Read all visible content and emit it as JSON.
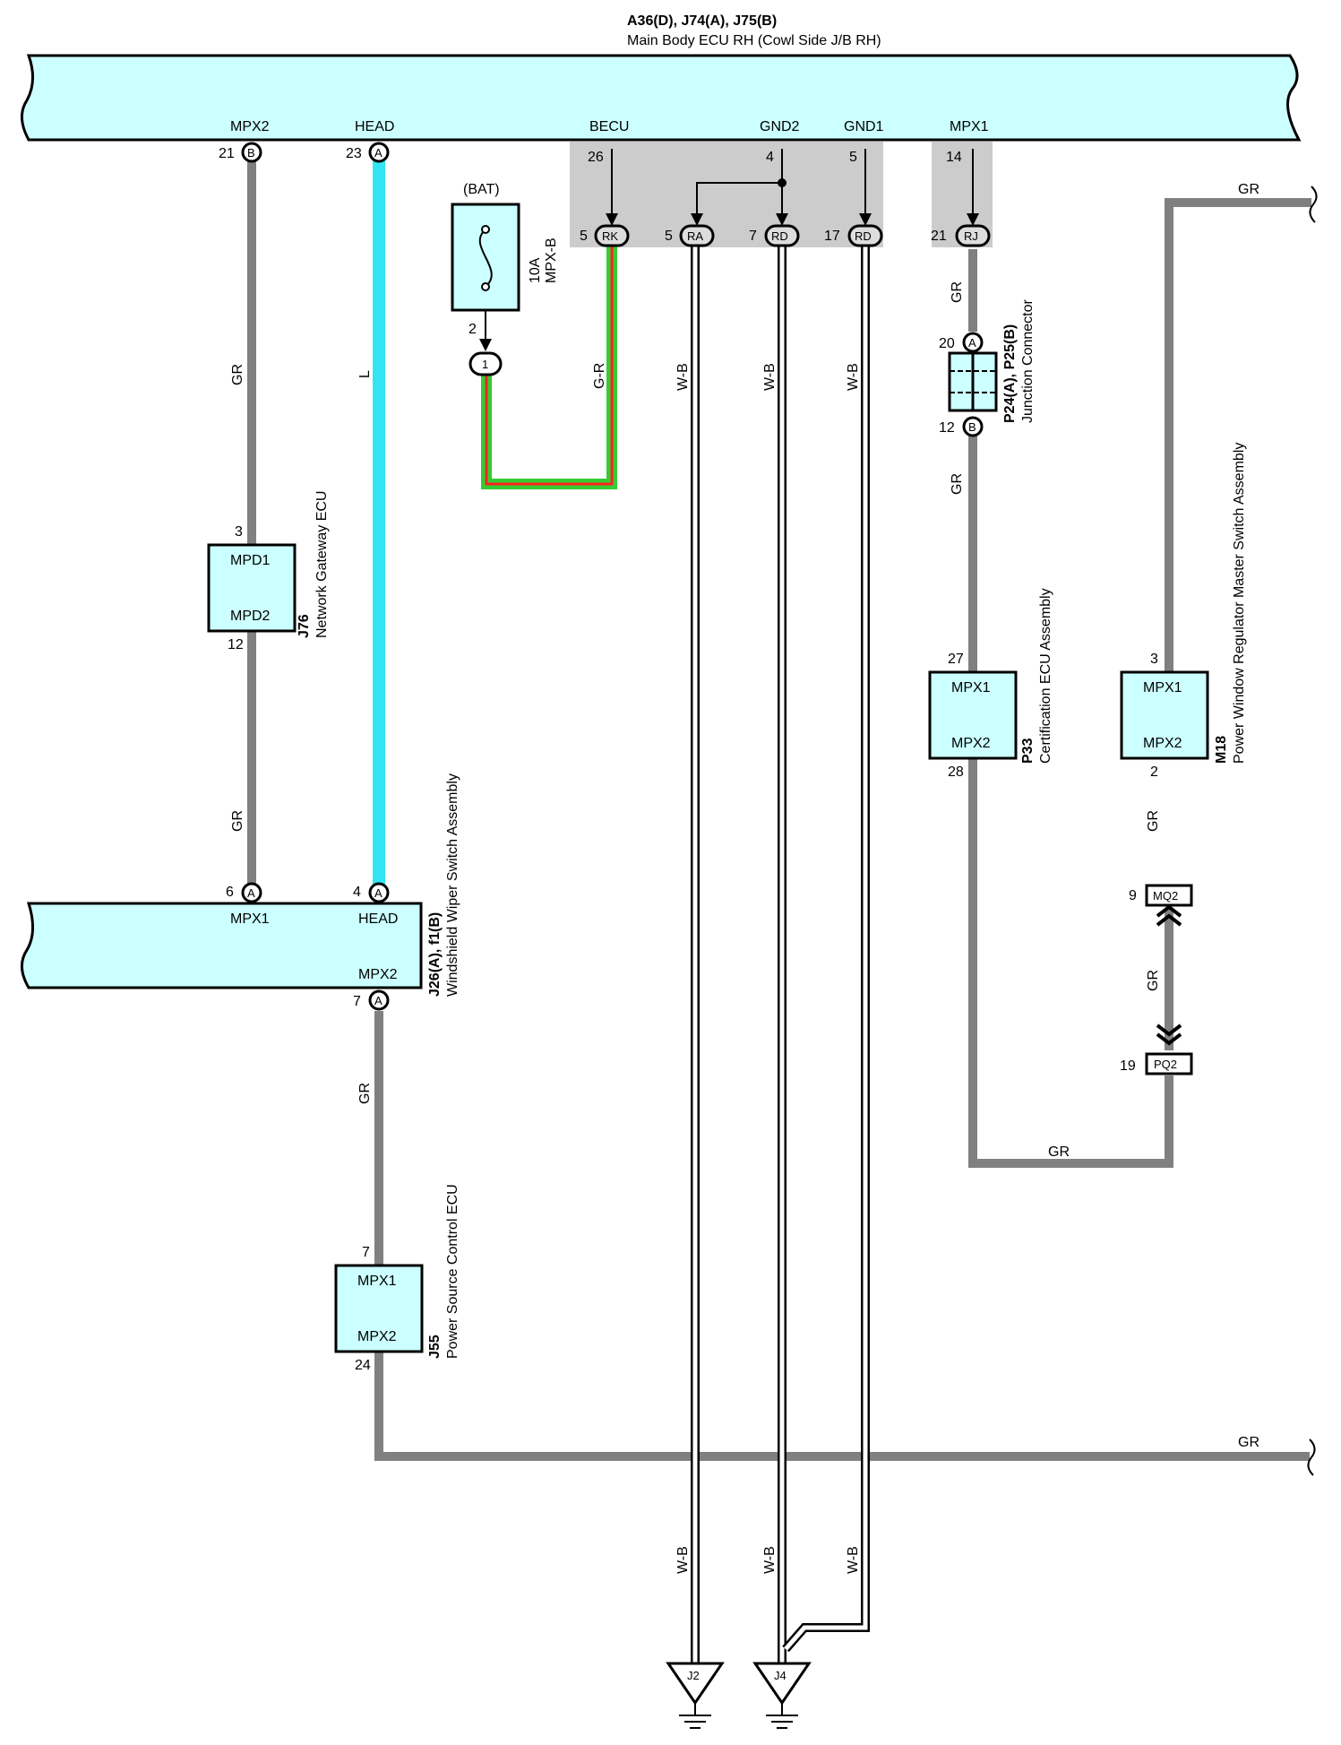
{
  "main_ecu": {
    "title": "A36(D), J74(A), J75(B)",
    "subtitle": "Main Body ECU RH (Cowl Side J/B RH)",
    "terminals": [
      "MPX2",
      "HEAD",
      "BECU",
      "GND2",
      "GND1",
      "MPX1"
    ]
  },
  "main_pins": [
    {
      "num": "21",
      "letter": "B"
    },
    {
      "num": "23",
      "letter": "A"
    },
    {
      "num": "26",
      "letter": ""
    },
    {
      "num": "4",
      "letter": ""
    },
    {
      "num": "5",
      "letter": ""
    },
    {
      "num": "14",
      "letter": ""
    }
  ],
  "junction_pins": [
    {
      "num": "5",
      "code": "RK"
    },
    {
      "num": "5",
      "code": "RA"
    },
    {
      "num": "7",
      "code": "RD"
    },
    {
      "num": "17",
      "code": "RD"
    },
    {
      "num": "21",
      "code": "RJ"
    }
  ],
  "fuse": {
    "source": "(BAT)",
    "rating": "10A",
    "name": "MPX-B",
    "pin": "2",
    "connector": "1"
  },
  "wire_colors": {
    "gr": "GR",
    "l": "L",
    "gr_red": "G-R",
    "wb": "W-B"
  },
  "gateway_ecu": {
    "code": "J76",
    "name": "Network Gateway ECU",
    "t1": "MPD1",
    "t2": "MPD2",
    "pin1": "3",
    "pin2": "12"
  },
  "wiper_switch": {
    "code": "J26(A), f1(B)",
    "name": "Windshield Wiper Switch Assembly",
    "t1": "MPX1",
    "t2": "HEAD",
    "t3": "MPX2",
    "pin1": "6",
    "pin1_letter": "A",
    "pin2": "4",
    "pin2_letter": "A",
    "pin3": "7",
    "pin3_letter": "A"
  },
  "power_source_ecu": {
    "code": "J55",
    "name": "Power Source Control ECU",
    "t1": "MPX1",
    "t2": "MPX2",
    "pin1": "7",
    "pin2": "24"
  },
  "junction_connector": {
    "code": "P24(A), P25(B)",
    "name": "Junction Connector",
    "pin1": "20",
    "pin1_letter": "A",
    "pin2": "12",
    "pin2_letter": "B"
  },
  "cert_ecu": {
    "code": "P33",
    "name": "Certification ECU Assembly",
    "t1": "MPX1",
    "t2": "MPX2",
    "pin1": "27",
    "pin2": "28"
  },
  "window_switch": {
    "code": "M18",
    "name": "Power Window Regulator Master Switch Assembly",
    "t1": "MPX1",
    "t2": "MPX2",
    "pin1": "3",
    "pin2": "2"
  },
  "inline_connectors": [
    {
      "num": "9",
      "code": "MQ2"
    },
    {
      "num": "19",
      "code": "PQ2"
    }
  ],
  "grounds": [
    "J2",
    "J4"
  ],
  "colors": {
    "ecu_fill": "#ccffff",
    "gray_wire": "#808080",
    "blue_wire": "#33e5f2",
    "green_wire": "#33cc33",
    "red_wire": "#ff2222",
    "shade": "#cccccc"
  }
}
